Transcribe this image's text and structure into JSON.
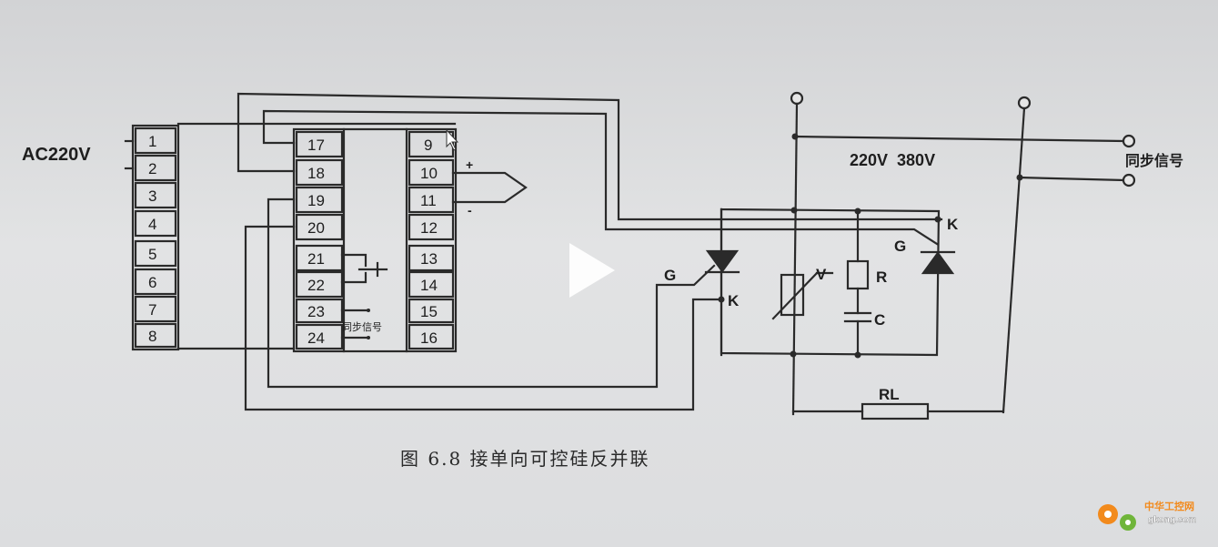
{
  "diagram": {
    "source_label": "AC220V",
    "left_terminals": [
      "1",
      "2",
      "3",
      "4",
      "5",
      "6",
      "7",
      "8"
    ],
    "controller_terminals_left": [
      "17",
      "18",
      "19",
      "20",
      "21",
      "22",
      "23",
      "24"
    ],
    "controller_terminals_right": [
      "9",
      "10",
      "11",
      "12",
      "13",
      "14",
      "15",
      "16"
    ],
    "sync_label_small": "同步信号",
    "thermocouple_plus": "+",
    "thermocouple_minus": "-",
    "voltage_label": "220V  380V",
    "sync_label_right": "同步信号",
    "scr1_gate": "G",
    "scr1_cathode": "K",
    "scr2_gate": "G",
    "scr2_cathode": "K",
    "varistor_label": "V",
    "resistor_label": "R",
    "capacitor_label": "C",
    "load_label": "RL",
    "caption": "图 6.8  接单向可控硅反并联"
  },
  "watermark": {
    "line1": "中华工控网",
    "line2": "gkong.com",
    "colors": {
      "primary": "#f28a1c",
      "secondary": "#6fb53a"
    }
  },
  "player": {
    "icon": "play-icon"
  }
}
